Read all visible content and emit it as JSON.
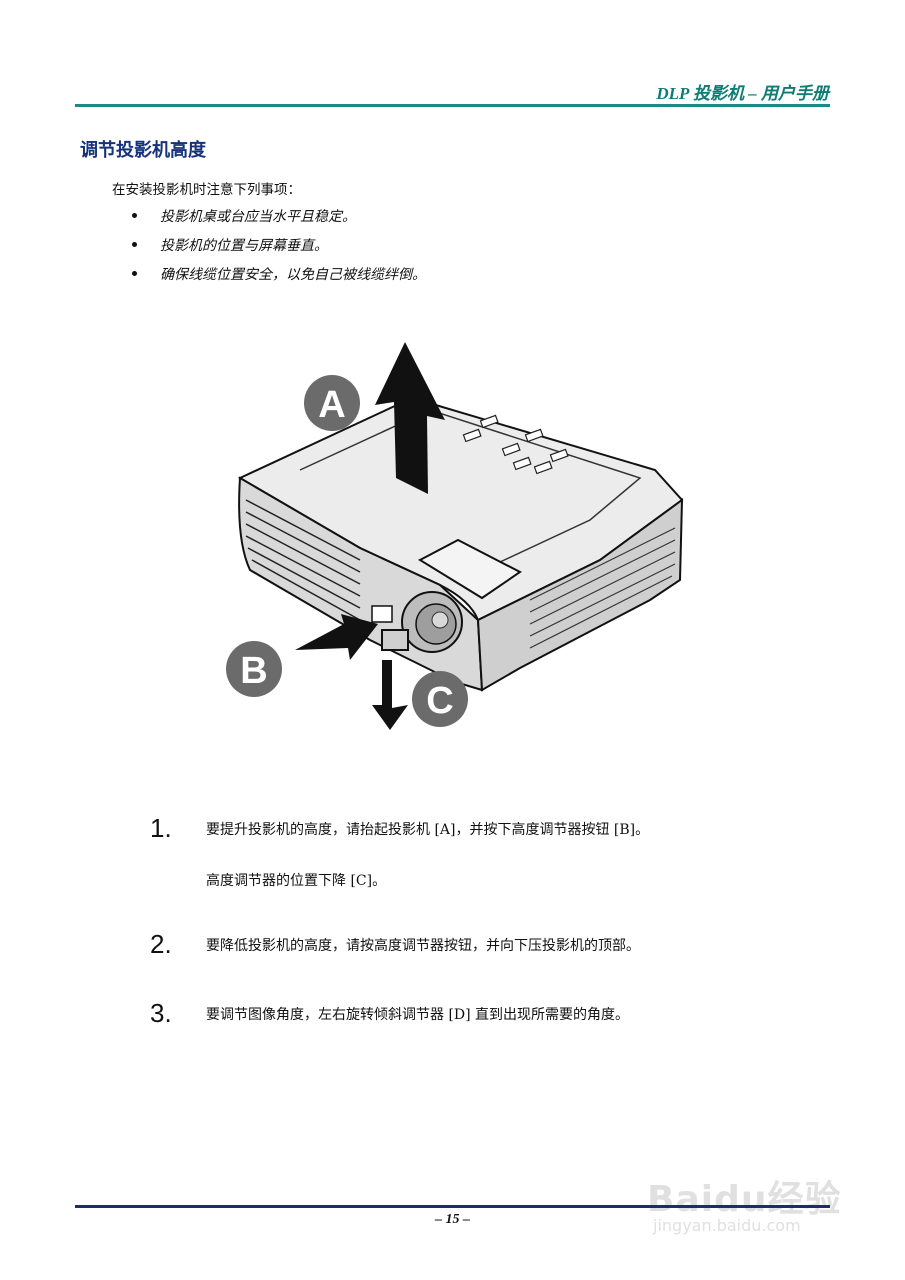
{
  "header": {
    "title": "DLP 投影机 – 用户手册"
  },
  "section": {
    "title": "调节投影机高度",
    "intro": "在安装投影机时注意下列事项：",
    "bullets": [
      "投影机桌或台应当水平且稳定。",
      "投影机的位置与屏幕垂直。",
      "确保线缆位置安全，以免自己被线缆绊倒。"
    ]
  },
  "figure": {
    "labels": {
      "a": "A",
      "b": "B",
      "c": "C"
    }
  },
  "steps": [
    {
      "num": "1.",
      "text": "要提升投影机的高度，请抬起投影机 [A]，并按下高度调节器按钮 [B]。",
      "sub": "高度调节器的位置下降 [C]。"
    },
    {
      "num": "2.",
      "text": "要降低投影机的高度，请按高度调节器按钮，并向下压投影机的顶部。"
    },
    {
      "num": "3.",
      "text": "要调节图像角度，左右旋转倾斜调节器 [D] 直到出现所需要的角度。"
    }
  ],
  "footer": {
    "page": "– 15 –"
  },
  "watermark": {
    "logo": "Baidu经验",
    "url": "jingyan.baidu.com"
  }
}
